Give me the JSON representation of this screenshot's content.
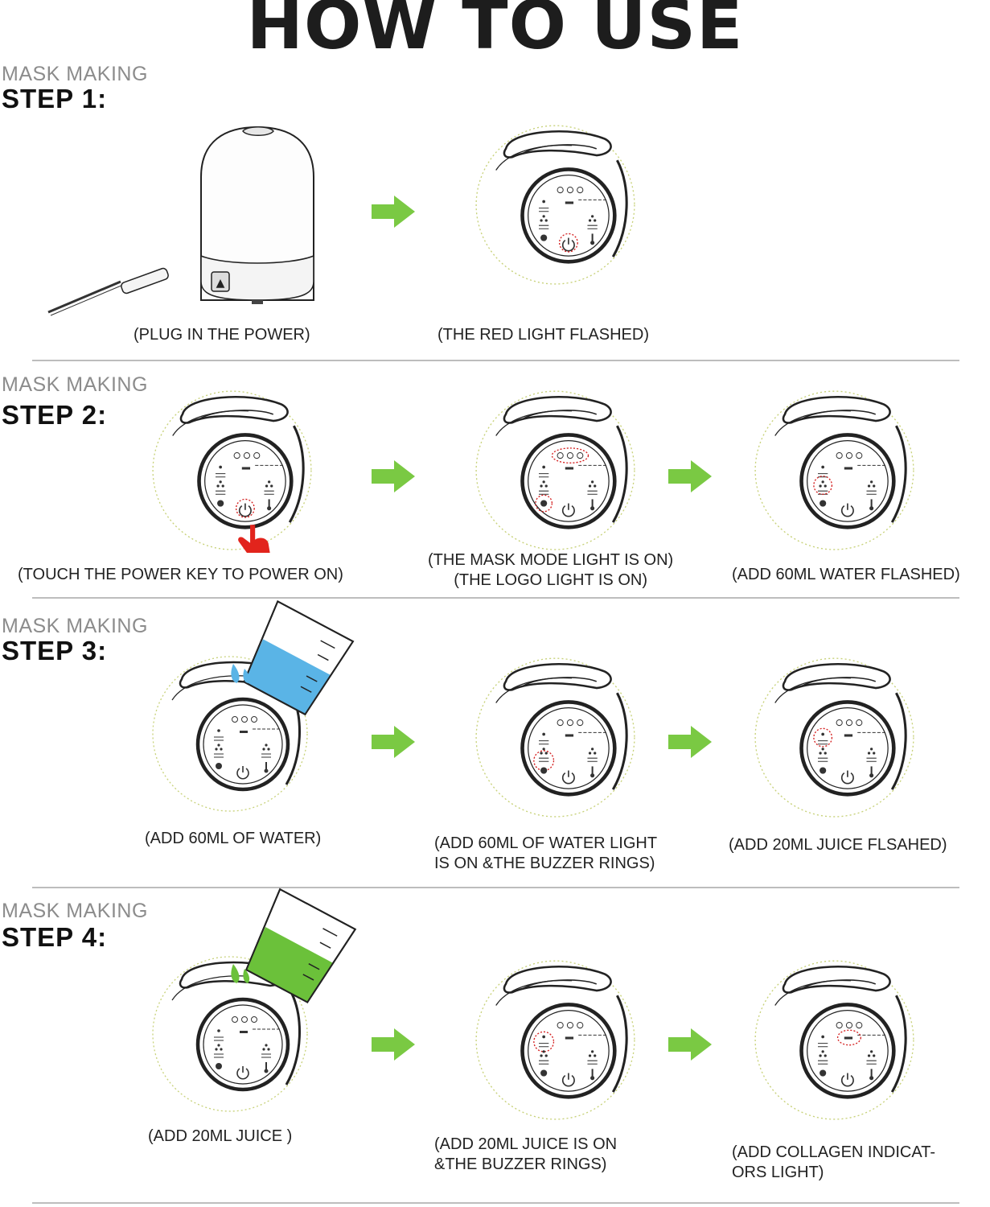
{
  "title": "HOW TO USE",
  "colors": {
    "arrow": "#7ac943",
    "red_highlight": "#d42020",
    "water": "#5ab4e6",
    "juice": "#6bc13a",
    "ring": "#c8d27a"
  },
  "steps": [
    {
      "subtitle": "MASK MAKING",
      "label": "STEP 1:",
      "captions": [
        {
          "lines": [
            "(PLUG IN THE POWER)"
          ]
        },
        {
          "lines": [
            "(THE RED LIGHT FLASHED)"
          ]
        }
      ]
    },
    {
      "subtitle": "MASK MAKING",
      "label": "STEP 2:",
      "captions": [
        {
          "lines": [
            "(TOUCH THE POWER KEY TO POWER ON)"
          ]
        },
        {
          "lines": [
            "(THE MASK MODE LIGHT IS ON)",
            "(THE LOGO LIGHT IS  ON)"
          ]
        },
        {
          "lines": [
            "(ADD 60ML WATER  FLASHED)"
          ]
        }
      ]
    },
    {
      "subtitle": "MASK MAKING",
      "label": "STEP 3:",
      "captions": [
        {
          "lines": [
            "(ADD 60ML OF  WATER)"
          ]
        },
        {
          "lines": [
            "(ADD 60ML OF WATER LIGHT",
            " IS ON &THE BUZZER  RINGS)"
          ]
        },
        {
          "lines": [
            "(ADD 20ML JUICE FLSAHED)"
          ]
        }
      ]
    },
    {
      "subtitle": "MASK MAKING",
      "label": "STEP 4:",
      "captions": [
        {
          "lines": [
            "(ADD 20ML JUICE )"
          ]
        },
        {
          "lines": [
            "(ADD 20ML JUICE IS ON",
            "&THE BUZZER  RINGS)"
          ]
        },
        {
          "lines": [
            "(ADD COLLAGEN INDICAT-",
            "ORS LIGHT)"
          ]
        }
      ]
    }
  ]
}
